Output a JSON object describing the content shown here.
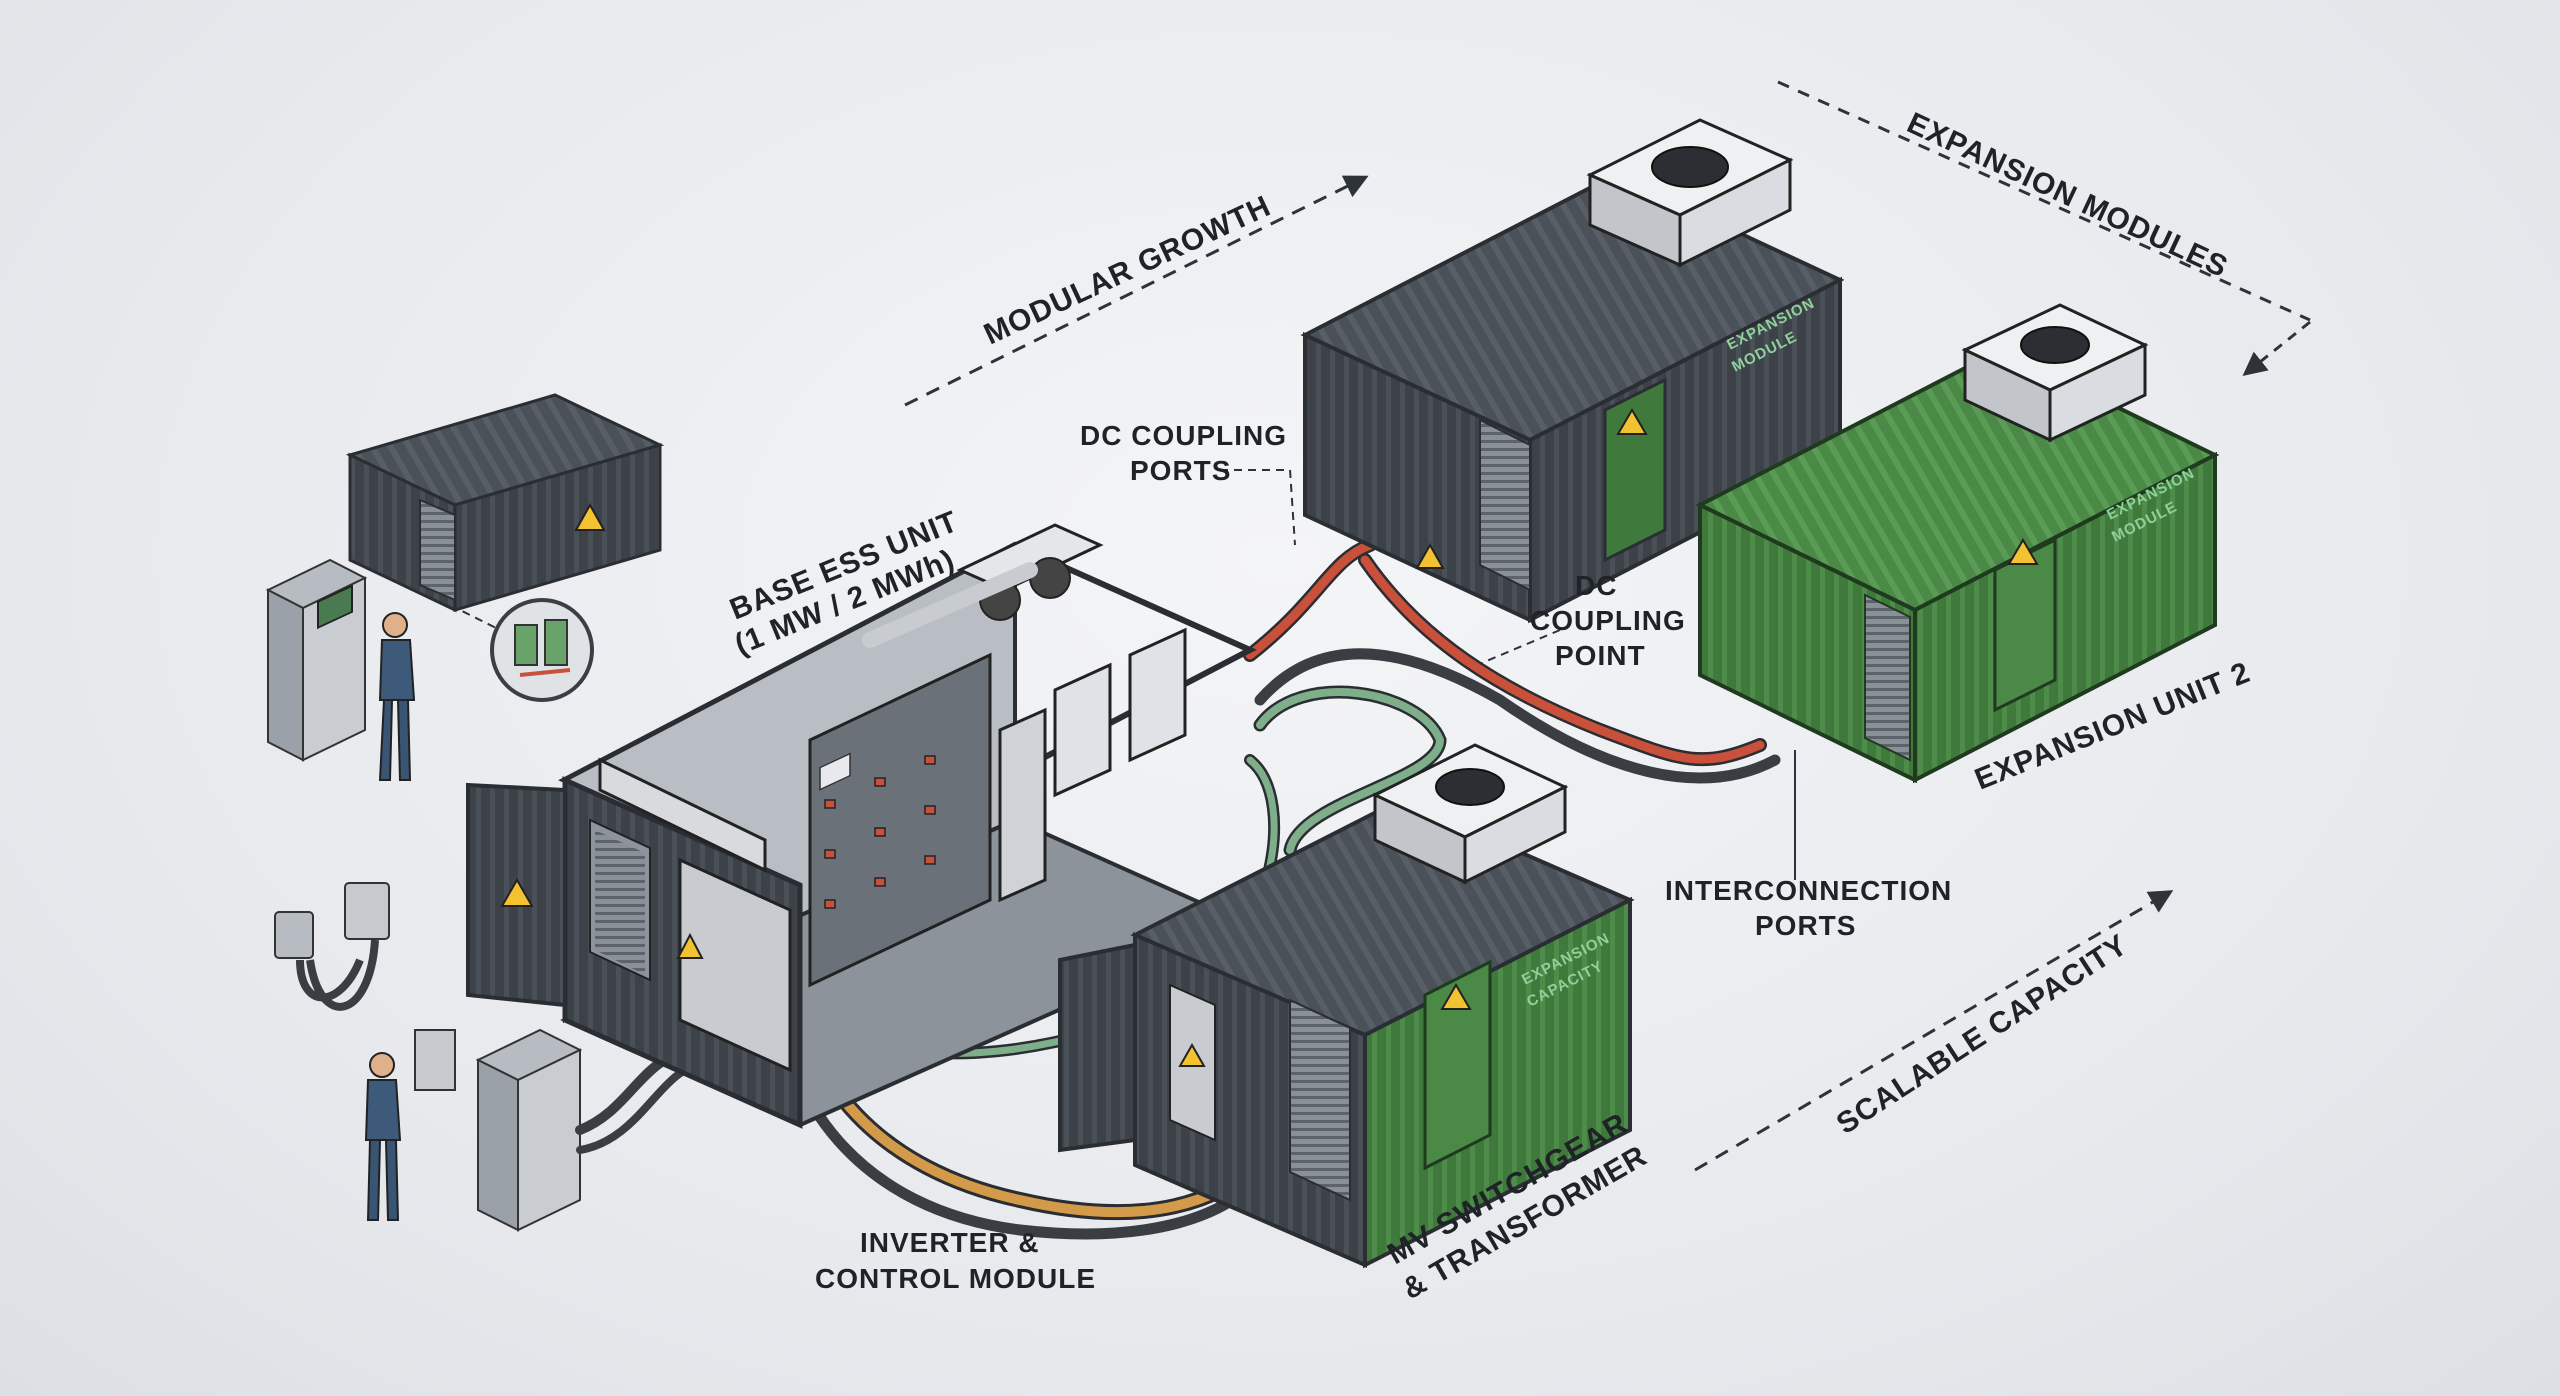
{
  "labels": {
    "modular_growth": "MODULAR GROWTH",
    "expansion_modules": "EXPANSION MODULES",
    "dc_coupling_ports_1": "DC COUPLING",
    "dc_coupling_ports_2": "PORTS",
    "base_ess_1": "BASE ESS UNIT",
    "base_ess_2": "(1 MW / 2 MWh)",
    "dc_coupling_point_1": "DC",
    "dc_coupling_point_2": "COUPLING",
    "dc_coupling_point_3": "POINT",
    "expansion_unit_2": "EXPANSION UNIT 2",
    "interconnection_1": "INTERCONNECTION",
    "interconnection_2": "PORTS",
    "scalable_capacity": "SCALABLE CAPACITY",
    "mv_switchgear_1": "MV SWITCHGEAR",
    "mv_switchgear_2": "& TRANSFORMER",
    "inverter_1": "INVERTER &",
    "inverter_2": "CONTROL MODULE"
  },
  "container_texts": {
    "top_expansion_1": "EXPANSION",
    "top_expansion_2": "MODULE",
    "right_expansion_1": "EXPANSION",
    "right_expansion_2": "MODULE",
    "front_expansion_1": "EXPANSION",
    "front_expansion_2": "CAPACITY"
  },
  "colors": {
    "container_dark": "#3d4249",
    "container_green": "#3f7a3c",
    "cable_red": "#c9503a",
    "cable_orange": "#d39a4a",
    "cable_green": "#7fae8a",
    "cable_dark": "#3a3d42",
    "warning_yellow": "#f2c230"
  }
}
